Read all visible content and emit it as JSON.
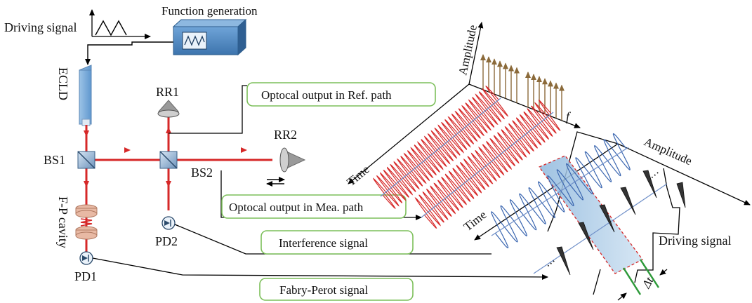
{
  "labels": {
    "driving_signal_top": "Driving signal",
    "function_generation": "Function generation",
    "ecld": "ECLD",
    "rr1": "RR1",
    "rr2": "RR2",
    "bs1": "BS1",
    "bs2": "BS2",
    "fp_cavity": "F-P cavity",
    "pd1": "PD1",
    "pd2": "PD2",
    "amplitude_top": "Amplitude",
    "amplitude_bottom": "Amplitude",
    "time_top": "Time",
    "time_bottom": "Time",
    "f_axis": "f",
    "driving_signal_right": "Driving signal",
    "delta_t": "Δt"
  },
  "boxes": {
    "ref_path": "Optocal output in Ref. path",
    "mea_path": "Optocal output in Mea. path",
    "interference": "Interference signal",
    "fabry_perot": "Fabry-Perot signal"
  },
  "colors": {
    "laser_beam": "#d62828",
    "box_border": "#7cbf5a",
    "device_blue": "#3f7fbf",
    "wave_blue": "#3a66b0",
    "spectral_lines": "#8b6a3a"
  }
}
